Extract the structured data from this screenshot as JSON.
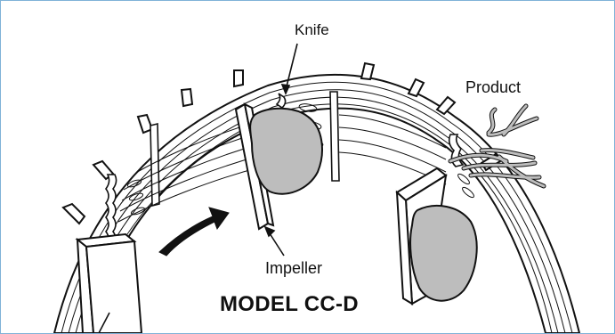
{
  "diagram": {
    "labels": {
      "knife": "Knife",
      "product": "Product",
      "impeller": "Impeller",
      "model": "MODEL CC-D"
    },
    "colors": {
      "outline": "#111111",
      "product_fill": "#bdbdbd",
      "background": "#ffffff",
      "frame_border": "#7fb2d8"
    }
  }
}
